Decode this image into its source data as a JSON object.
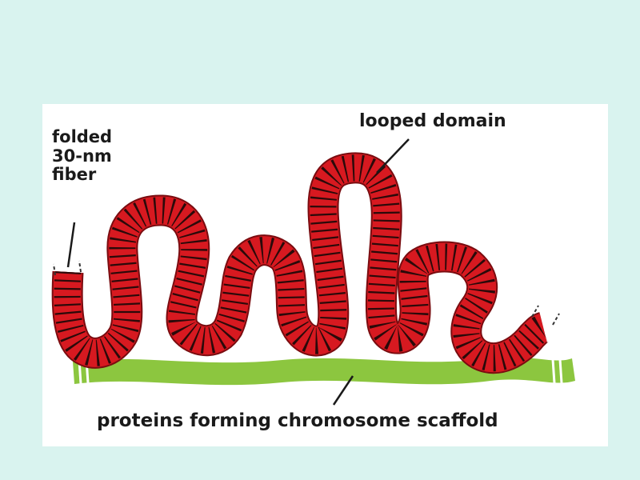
{
  "labels": {
    "fiber": [
      "folded",
      "30-nm",
      "fiber"
    ],
    "looped_domain": "looped domain",
    "scaffold": "proteins forming chromosome scaffold"
  },
  "colors": {
    "page_background": "#d9f3ef",
    "figure_background": "#ffffff",
    "chromatin_fiber": "#d71920",
    "fiber_bands": "#2b0a0a",
    "scaffold": "#8cc63f",
    "leader_lines": "#1a1a1a"
  }
}
